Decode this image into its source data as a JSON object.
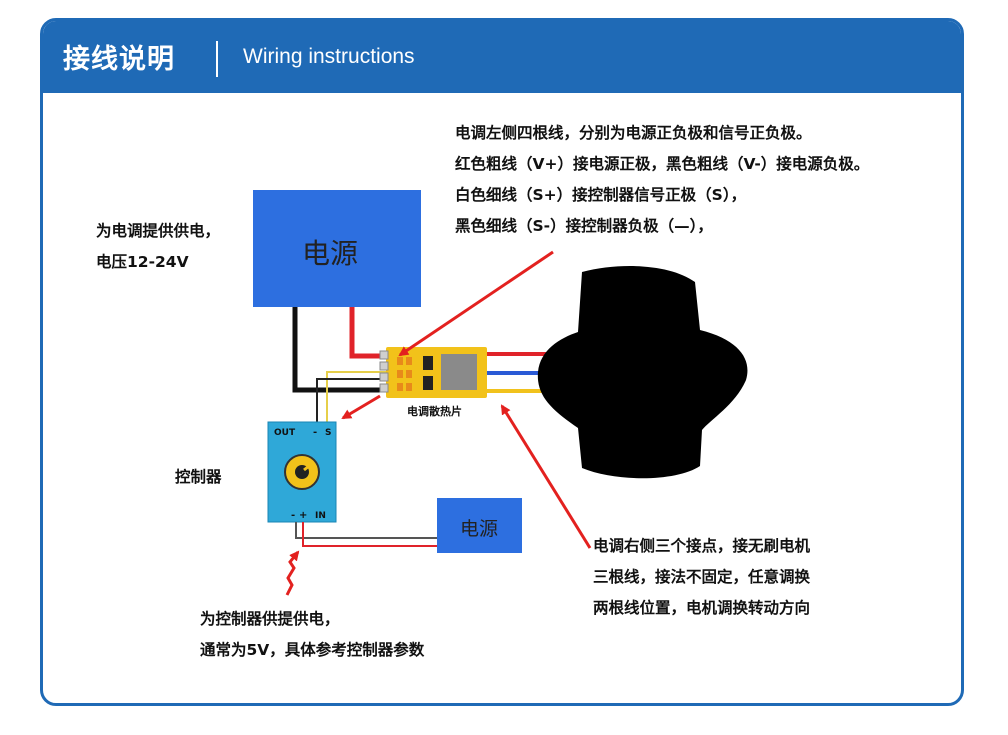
{
  "header": {
    "title_cn": "接线说明",
    "title_en": "Wiring instructions"
  },
  "notes": {
    "esc_left_wires": [
      "电调左侧四根线，分别为电源正负极和信号正负极。",
      "红色粗线（V+）接电源正极，黑色粗线（V-）接电源负极。",
      "白色细线（S+）接控制器信号正极（S），",
      "黑色细线（S-）接控制器负极（—），"
    ],
    "power_supply": [
      "为电调提供供电，",
      "电压12-24V"
    ],
    "controller_label": "控制器",
    "controller_power": [
      "为控制器供提供电，",
      "通常为5V，具体参考控制器参数"
    ],
    "esc_right": [
      "电调右侧三个接点，接无刷电机",
      "三根线，接法不固定，任意调换",
      "两根线位置，电机调换转动方向"
    ]
  },
  "diagram": {
    "big_power_label": "电源",
    "small_power_label": "电源",
    "esc_label": "电调散热片",
    "pin_out": "OUT",
    "pin_minus": "-",
    "pin_s": "S",
    "pin_bottom_minus": "-",
    "pin_bottom_plus": "+",
    "pin_in": "IN",
    "colors": {
      "brand": "#1f6ab6",
      "power_box": "#2d6fe0",
      "controller": "#2fa8d8",
      "esc": "#f2c21a",
      "arrow": "#e3211f",
      "wire_red": "#e0232a",
      "wire_black": "#111111",
      "wire_blue": "#2a5ad6",
      "wire_yellow": "#f1c21c"
    }
  }
}
